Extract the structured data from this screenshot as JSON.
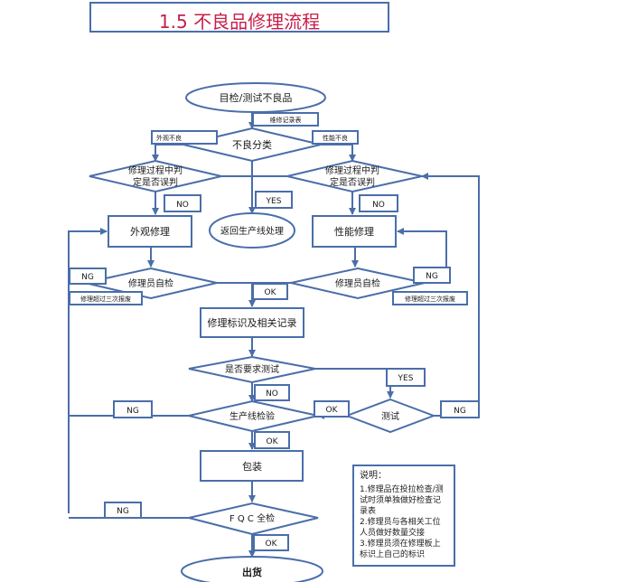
{
  "title": "1.5 不良品修理流程",
  "nodes": {
    "start": "目检/测试不良品",
    "repair_form": "维修记录表",
    "classify": "不良分类",
    "appearance_defect": "外观不良",
    "performance_defect": "性能不良",
    "judge_left_l1": "修理过程中判",
    "judge_left_l2": "定是否误判",
    "judge_right_l1": "修理过程中判",
    "judge_right_l2": "定是否误判",
    "appearance_repair": "外观修理",
    "return_line": "返回生产线处理",
    "performance_repair": "性能修理",
    "self_check_left": "修理员自检",
    "self_check_right": "修理员自检",
    "over_three_left": "修理超过三次报废",
    "over_three_right": "修理超过三次报废",
    "mark_record": "修理标识及相关记录",
    "require_test": "是否要求测试",
    "line_inspection": "生产线检验",
    "test": "测试",
    "packing": "包装",
    "fqc": "F Q C 全检",
    "shipping": "出货"
  },
  "labels": {
    "yes": "YES",
    "no": "NO",
    "ok": "OK",
    "ng": "NG"
  },
  "notes": {
    "title": "说明：",
    "item1": "1.修理品在投拉检查/测试时须单独做好检查记录表",
    "item2": "2.修理员与各相关工位人员做好数量交接",
    "item3": "3.修理员须在修理板上标识上自己的标识"
  },
  "colors": {
    "line": "#4a6ea9",
    "title": "#c81e4b"
  }
}
